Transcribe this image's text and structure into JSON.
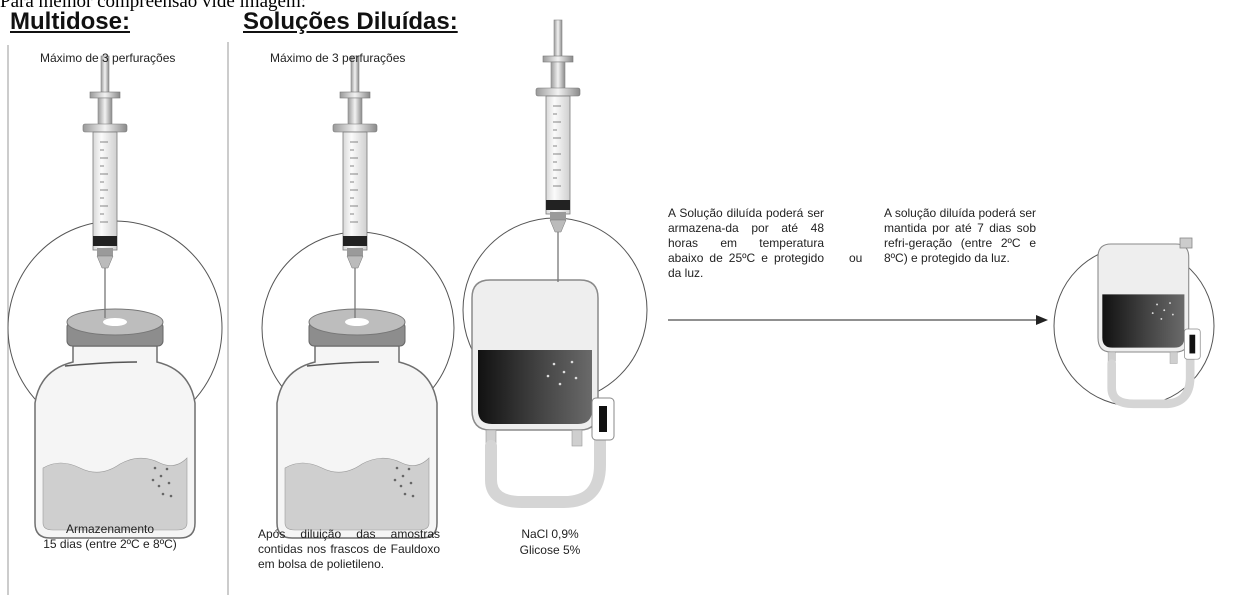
{
  "top_caption": "Para melhor compreensão vide imagem:",
  "headings": {
    "multidose": "Multidose:",
    "diluted": "Soluções Diluídas:"
  },
  "multidose": {
    "max_perforations": "Máximo de 3 perfurações",
    "storage_line1": "Armazenamento",
    "storage_line2": "15 dias (entre 2ºC e 8ºC)"
  },
  "diluted": {
    "max_perforations": "Máximo de 3 perfurações",
    "after_dilution": "Após diluição das amostras contidas nos frascos de Fauldoxo em bolsa de polietileno.",
    "nacl": "NaCl 0,9%",
    "glucose": "Glicose 5%",
    "option_room_temp": "A Solução diluída poderá ser armazena-da por até 48 horas em temperatura abaixo de 25ºC e protegido da luz.",
    "or": "ou",
    "option_fridge": "A solução diluída poderá ser mantida por até 7 dias sob refri-geração (entre 2ºC e 8ºC) e protegido da luz."
  }
}
